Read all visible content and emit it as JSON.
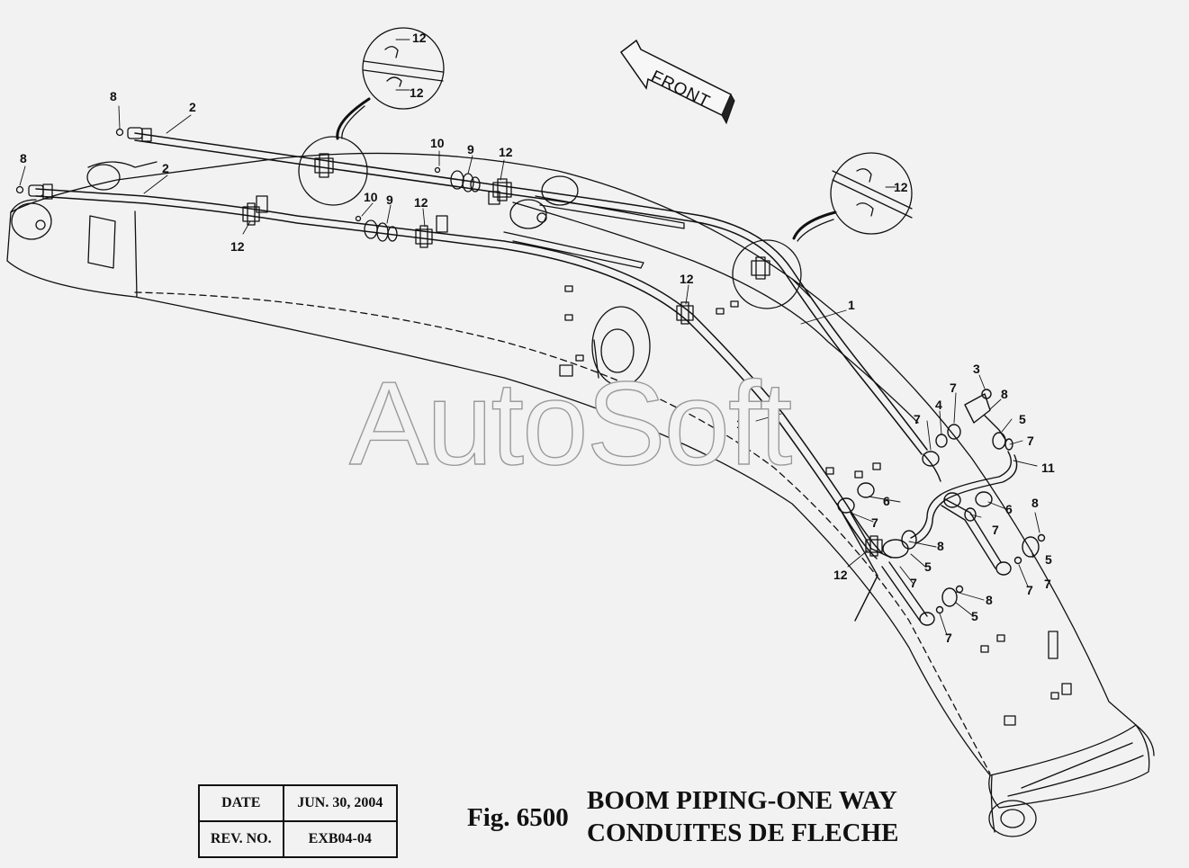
{
  "direction_label": "FRONT",
  "watermark": "AutoSoft",
  "callouts": [
    {
      "id": "c1a",
      "label": "1"
    },
    {
      "id": "c1b",
      "label": "1"
    },
    {
      "id": "c2a",
      "label": "2"
    },
    {
      "id": "c2b",
      "label": "2"
    },
    {
      "id": "c3",
      "label": "3"
    },
    {
      "id": "c4",
      "label": "4"
    },
    {
      "id": "c5a",
      "label": "5"
    },
    {
      "id": "c5b",
      "label": "5"
    },
    {
      "id": "c5c",
      "label": "5"
    },
    {
      "id": "c5d",
      "label": "5"
    },
    {
      "id": "c6a",
      "label": "6"
    },
    {
      "id": "c6b",
      "label": "6"
    },
    {
      "id": "c7a",
      "label": "7"
    },
    {
      "id": "c7b",
      "label": "7"
    },
    {
      "id": "c7c",
      "label": "7"
    },
    {
      "id": "c7d",
      "label": "7"
    },
    {
      "id": "c7e",
      "label": "7"
    },
    {
      "id": "c7f",
      "label": "7"
    },
    {
      "id": "c7g",
      "label": "7"
    },
    {
      "id": "c7h",
      "label": "7"
    },
    {
      "id": "c7i",
      "label": "7"
    },
    {
      "id": "c8a",
      "label": "8"
    },
    {
      "id": "c8b",
      "label": "8"
    },
    {
      "id": "c8c",
      "label": "8"
    },
    {
      "id": "c8d",
      "label": "8"
    },
    {
      "id": "c8e",
      "label": "8"
    },
    {
      "id": "c8f",
      "label": "8"
    },
    {
      "id": "c9a",
      "label": "9"
    },
    {
      "id": "c9b",
      "label": "9"
    },
    {
      "id": "c10a",
      "label": "10"
    },
    {
      "id": "c10b",
      "label": "10"
    },
    {
      "id": "c11",
      "label": "11"
    },
    {
      "id": "c12a",
      "label": "12"
    },
    {
      "id": "c12b",
      "label": "12"
    },
    {
      "id": "c12c",
      "label": "12"
    },
    {
      "id": "c12d",
      "label": "12"
    },
    {
      "id": "c12e",
      "label": "12"
    },
    {
      "id": "c12f",
      "label": "12"
    },
    {
      "id": "c12g",
      "label": "12"
    },
    {
      "id": "c12h",
      "label": "12"
    },
    {
      "id": "c12i",
      "label": "12"
    }
  ],
  "revision_block": {
    "date_label": "DATE",
    "date_value": "JUN.  30, 2004",
    "rev_label": "REV. NO.",
    "rev_value": "EXB04-04"
  },
  "figure": {
    "number": "Fig. 6500",
    "title_en": "BOOM PIPING-ONE WAY",
    "title_fr": "CONDUITES DE FLECHE"
  }
}
